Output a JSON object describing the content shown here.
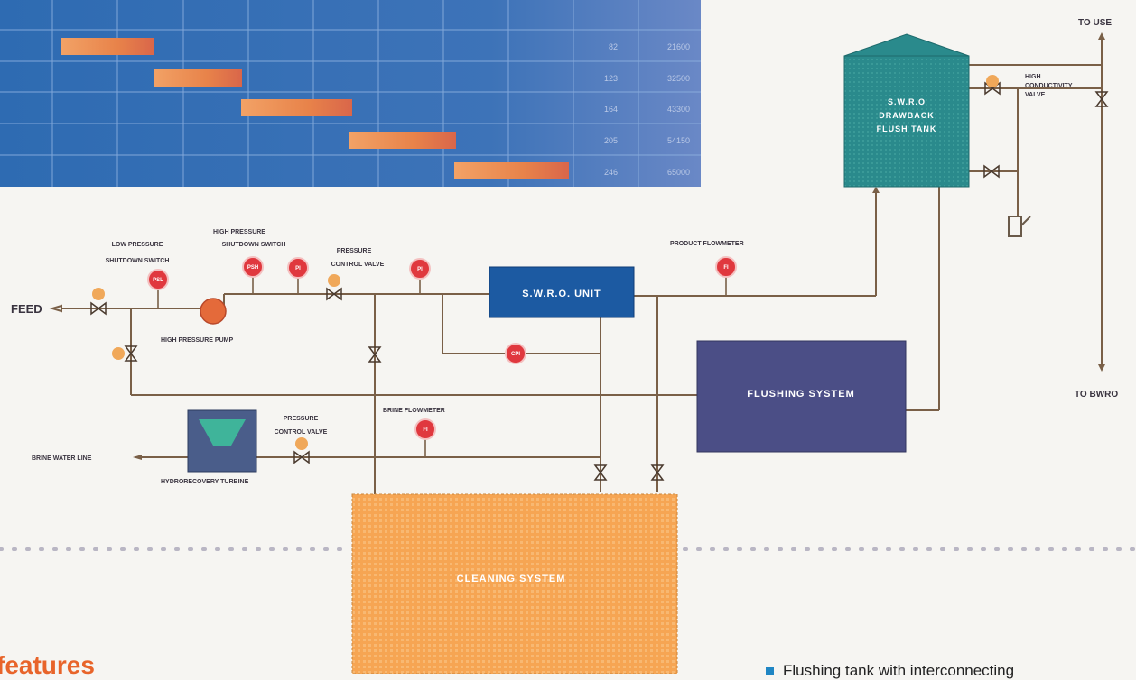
{
  "table": {
    "rows": [
      {
        "num": "82",
        "val": "21600"
      },
      {
        "num": "123",
        "val": "32500"
      },
      {
        "num": "164",
        "val": "43300"
      },
      {
        "num": "205",
        "val": "54150"
      },
      {
        "num": "246",
        "val": "65000"
      }
    ]
  },
  "labels": {
    "to_use": "TO USE",
    "to_bwro": "TO BWRO",
    "feed": "FEED",
    "tank": [
      "S.W.R.O",
      "DRAWBACK",
      "FLUSH TANK"
    ],
    "high_conductivity_valve": [
      "HIGH",
      "CONDUCTIVITY",
      "VALVE"
    ],
    "low_pressure_switch": [
      "LOW PRESSURE",
      "SHUTDOWN SWITCH"
    ],
    "high_pressure_switch": [
      "HIGH PRESSURE",
      "SHUTDOWN SWITCH"
    ],
    "pressure_control_valve_top": [
      "PRESSURE",
      "CONTROL VALVE"
    ],
    "product_flowmeter": "PRODUCT FLOWMETER",
    "swro_unit": "S.W.R.O. UNIT",
    "high_pressure_pump": "HIGH PRESSURE PUMP",
    "flushing_system": "FLUSHING SYSTEM",
    "brine_flowmeter": "BRINE FLOWMETER",
    "pressure_control_valve_bottom": [
      "PRESSURE",
      "CONTROL VALVE"
    ],
    "brine_water_line": "BRINE WATER LINE",
    "hydrorecovery_turbine": "HYDRORECOVERY TURBINE",
    "cleaning_system": "CLEANING SYSTEM"
  },
  "gauges": {
    "low_pressure": "PSL",
    "high_pressure": "PSH",
    "pi_1": "PI",
    "pi_2": "PI",
    "product_flow": "FI",
    "brine_flow": "FI",
    "bypass": "CPI"
  },
  "features_heading": "features",
  "bullet": "Flushing tank with interconnecting",
  "colors": {
    "table_bg": "#3a70b4",
    "table_bar": "#e8834a",
    "swro_unit": "#1c5aa2",
    "tank": "#2a8a8c",
    "flushing": "#4b4e86",
    "cleaning": "#f5a755",
    "gauge": "#e0383e",
    "pipe": "#7a6048"
  }
}
